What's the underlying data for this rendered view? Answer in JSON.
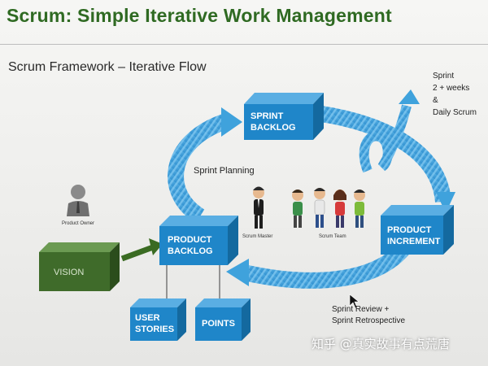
{
  "header": {
    "title": "Scrum: Simple Iterative Work Management"
  },
  "slide": {
    "subtitle": "Scrum Framework – Iterative Flow"
  },
  "boxes": {
    "sprint_backlog": [
      "SPRINT",
      "BACKLOG"
    ],
    "product_backlog": [
      "PRODUCT",
      "BACKLOG"
    ],
    "product_increment": [
      "PRODUCT",
      "INCREMENT"
    ],
    "user_stories": [
      "USER",
      "STORIES"
    ],
    "points": "POINTS",
    "vision": "VISION"
  },
  "labels": {
    "product_owner": "Product Owner",
    "sprint_planning": "Sprint Planning",
    "scrum_master": "Scrum Master",
    "scrum_team": "Scrum Team",
    "sprint_info": [
      "Sprint",
      "2 + weeks",
      "&",
      "Daily Scrum"
    ],
    "review": [
      "Sprint Review +",
      "Sprint Retrospective"
    ]
  },
  "watermark": "知乎 @真实故事有点荒唐",
  "colors": {
    "title_green": "#2f6a22",
    "box_blue": "#1f86c9",
    "arrow_blue": "#3fa2dc",
    "vision_green": "#3f6b2a"
  }
}
